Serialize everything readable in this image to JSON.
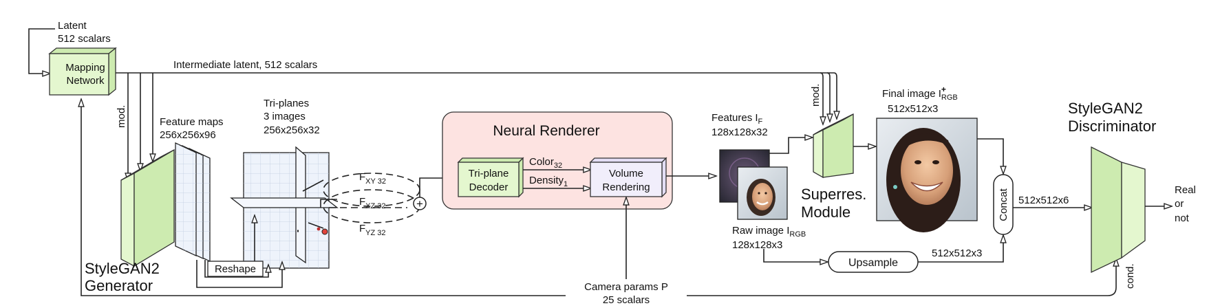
{
  "colors": {
    "module_fill": "#e4f7cf",
    "renderer_panel": "#fde3e1",
    "volume_fill": "#f1eefb",
    "sample_point": "#e0443c"
  },
  "latent": {
    "title": "Latent",
    "sub": "512 scalars"
  },
  "mapping": {
    "line1": "Mapping",
    "line2": "Network"
  },
  "intermediate_latent": "Intermediate latent, 512 scalars",
  "mod_label": "mod.",
  "feature_maps": {
    "title": "Feature maps",
    "dims": "256x256x96"
  },
  "triplanes": {
    "title": "Tri-planes",
    "sub": "3 images",
    "dims": "256x256x32"
  },
  "generator": {
    "line1": "StyleGAN2",
    "line2": "Generator"
  },
  "reshape": "Reshape",
  "features": {
    "xy": {
      "base": "F",
      "sub": "XY 32"
    },
    "xz": {
      "base": "F",
      "sub": "XZ 32"
    },
    "yz": {
      "base": "F",
      "sub": "YZ 32"
    }
  },
  "sum_symbol": "+",
  "neural_renderer": {
    "title": "Neural Renderer",
    "decoder_line1": "Tri-plane",
    "decoder_line2": "Decoder",
    "color": {
      "base": "Color",
      "sub": "32"
    },
    "density": {
      "base": "Density",
      "sub": "1"
    },
    "volume_line1": "Volume",
    "volume_line2": "Rendering"
  },
  "camera": {
    "line1": "Camera params P",
    "line2": "25 scalars"
  },
  "features_if": {
    "base": "Features I",
    "sub": "F",
    "dims": "128x128x32"
  },
  "raw_image": {
    "base": "Raw image I",
    "sub": "RGB",
    "dims": "128x128x3"
  },
  "superres": {
    "line1": "Superres.",
    "line2": "Module"
  },
  "final_image": {
    "base": "Final image I",
    "sup": "+",
    "sub": "RGB",
    "dims": "512x512x3"
  },
  "upsample": "Upsample",
  "upsample_out": "512x512x3",
  "concat": "Concat",
  "concat_out": "512x512x6",
  "discriminator": {
    "line1": "StyleGAN2",
    "line2": "Discriminator"
  },
  "cond_label": "cond.",
  "output": {
    "line1": "Real",
    "line2": "or",
    "line3": "not"
  }
}
